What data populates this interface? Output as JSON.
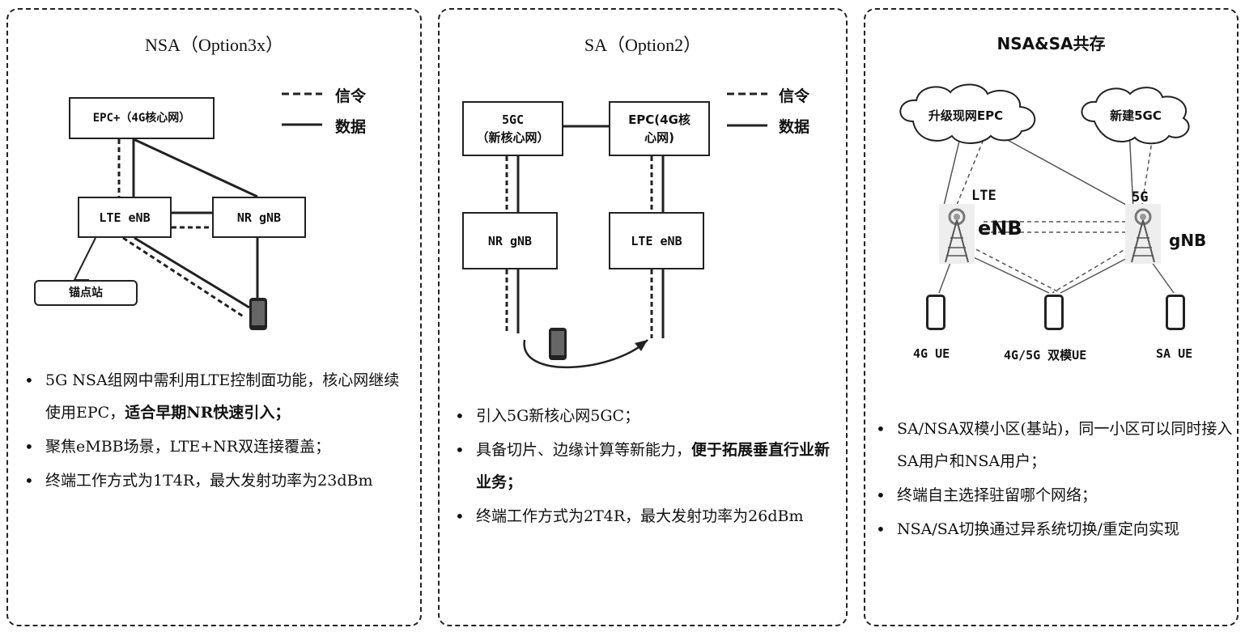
{
  "panels": [
    {
      "title": "NSA（Option3x）",
      "legend": {
        "signal": "信令",
        "data": "数据"
      },
      "nodes": {
        "epc": "EPC+（4G核心网）",
        "enb": "LTE eNB",
        "gnb": "NR gNB",
        "anchor": "锚点站"
      },
      "bullets": [
        {
          "text": "5G NSA组网中需利用LTE控制面功能，核心网继续使用EPC，",
          "bold": "适合早期NR快速引入；"
        },
        {
          "text": "聚焦eMBB场景，LTE+NR双连接覆盖；",
          "bold": ""
        },
        {
          "text": "终端工作方式为1T4R，最大发射功率为23dBm",
          "bold": ""
        }
      ]
    },
    {
      "title": "SA（Option2）",
      "legend": {
        "signal": "信令",
        "data": "数据"
      },
      "nodes": {
        "fivegc_line1": "5GC",
        "fivegc_line2": "（新核心网）",
        "epc_line1": "EPC(4G核",
        "epc_line2": "心网)",
        "gnb": "NR gNB",
        "enb": "LTE eNB"
      },
      "bullets": [
        {
          "text": "引入5G新核心网5GC；",
          "bold": ""
        },
        {
          "text": "具备切片、边缘计算等新能力，",
          "bold": "便于拓展垂直行业新业务；"
        },
        {
          "text": "终端工作方式为2T4R，最大发射功率为26dBm",
          "bold": ""
        }
      ]
    },
    {
      "title": "NSA&SA共存",
      "nodes": {
        "cloud_epc": "升级现网EPC",
        "cloud_5gc": "新建5GC",
        "lte": "LTE",
        "enb": "eNB",
        "fiveg": "5G",
        "gnb": "gNB",
        "ue_4g": "4G UE",
        "ue_dual": "4G/5G 双模UE",
        "ue_sa": "SA UE"
      },
      "bullets": [
        {
          "text": "SA/NSA双模小区(基站)，同一小区可以同时接入SA用户和NSA用户；",
          "bold": ""
        },
        {
          "text": "终端自主选择驻留哪个网络；",
          "bold": ""
        },
        {
          "text": "NSA/SA切换通过异系统切换/重定向实现",
          "bold": ""
        }
      ]
    }
  ]
}
